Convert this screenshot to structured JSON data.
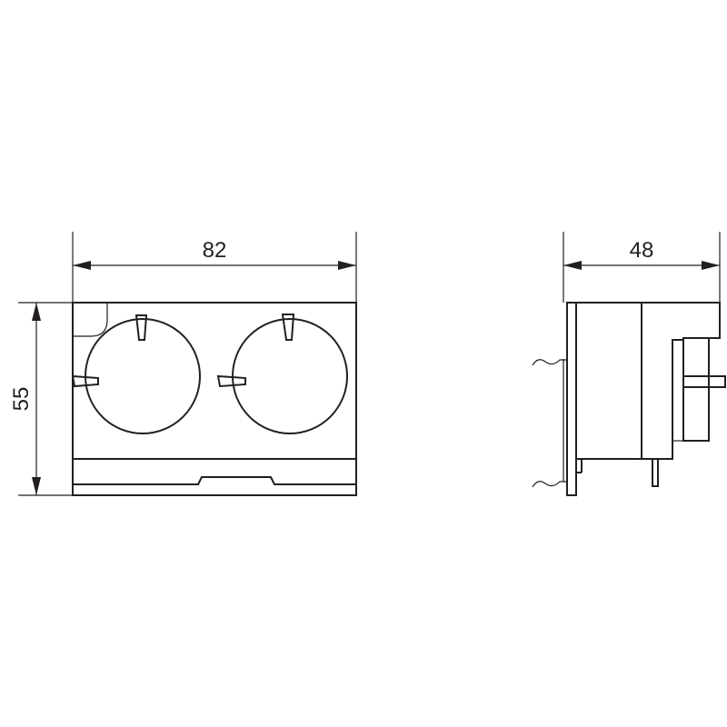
{
  "dimensions": {
    "front_width": "82",
    "front_height": "55",
    "side_depth": "48"
  },
  "colors": {
    "line": "#231f20",
    "background": "#ffffff"
  }
}
